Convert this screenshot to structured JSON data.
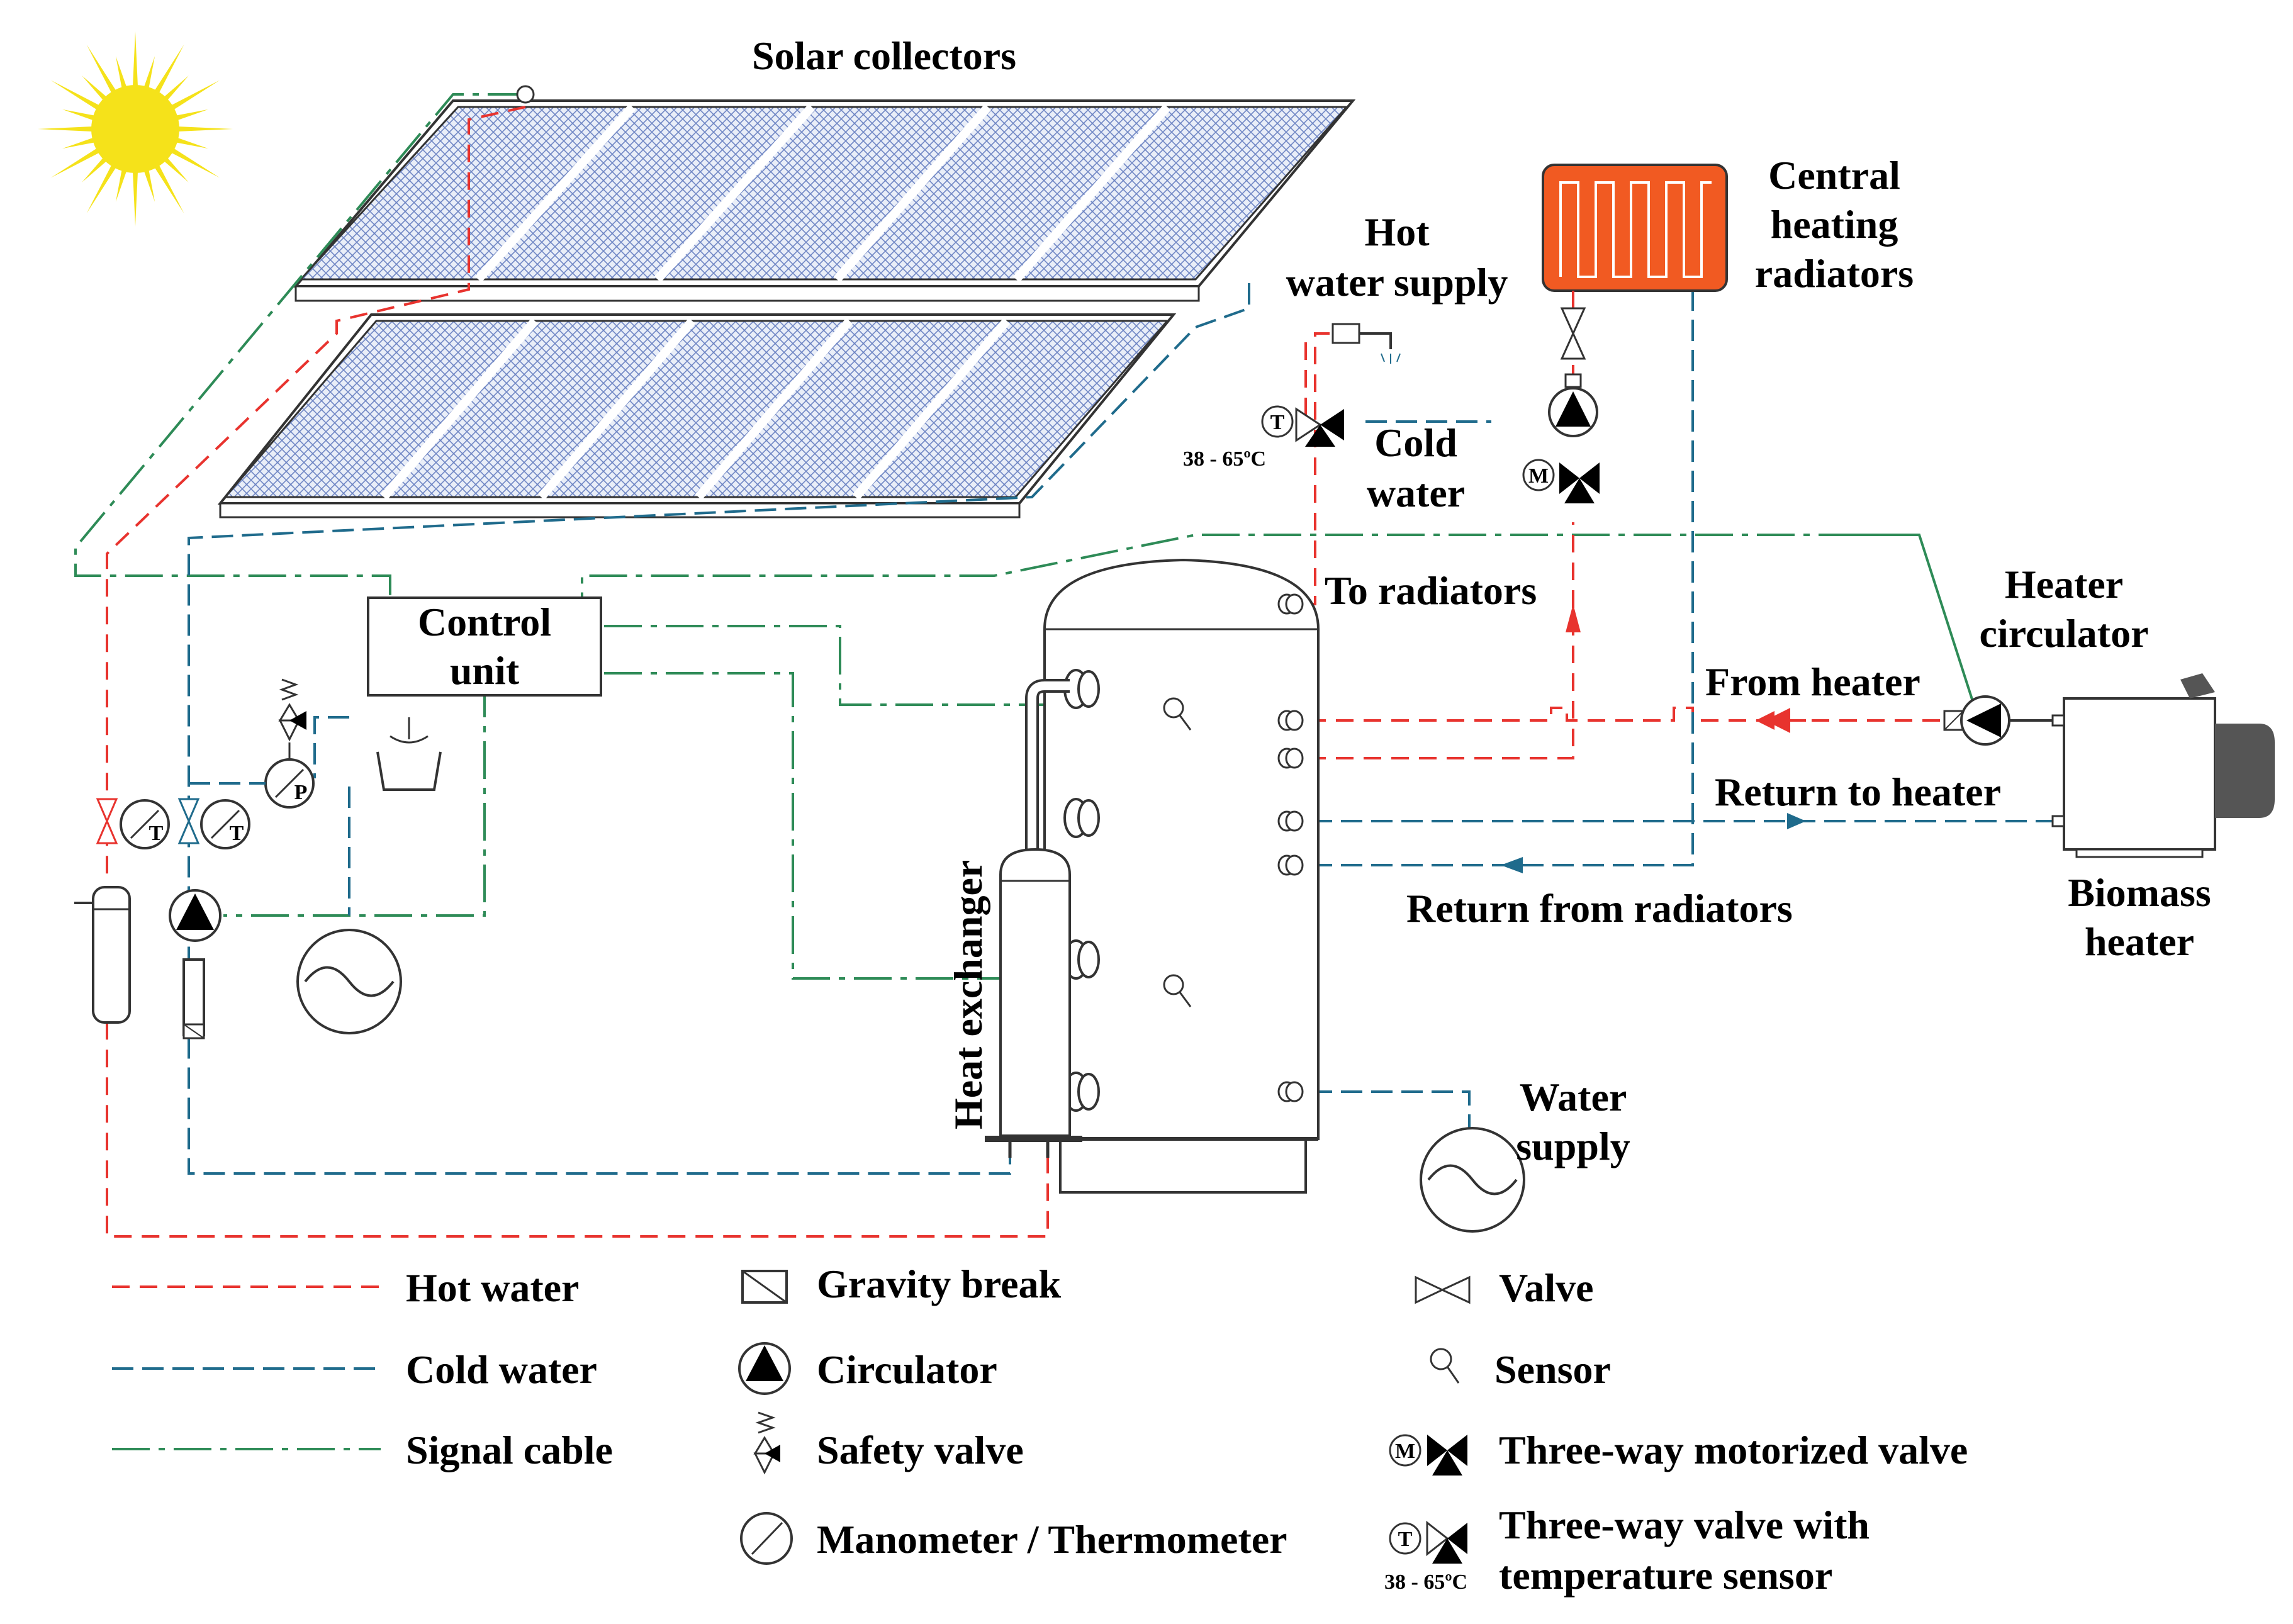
{
  "labels": {
    "solar_collectors": "Solar collectors",
    "hot_water_supply_1": "Hot",
    "hot_water_supply_2": "water supply",
    "central_1": "Central",
    "central_2": "heating",
    "central_3": "radiators",
    "temp_range": "38 - 65ºC",
    "cold_water_1": "Cold",
    "cold_water_2": "water",
    "control_unit_1": "Control",
    "control_unit_2": "unit",
    "to_radiators": "To radiators",
    "heater_circulator_1": "Heater",
    "heater_circulator_2": "circulator",
    "from_heater": "From heater",
    "return_to_heater": "Return to heater",
    "return_from_radiators": "Return from radiators",
    "biomass_1": "Biomass",
    "biomass_2": "heater",
    "heat_exchanger": "Heat exchanger",
    "water_supply_1": "Water",
    "water_supply_2": "supply",
    "sym_T": "T",
    "sym_P": "P",
    "sym_M": "M"
  },
  "legend": {
    "hot_water": "Hot water",
    "cold_water": "Cold water",
    "signal_cable": "Signal cable",
    "gravity_break": "Gravity break",
    "circulator": "Circulator",
    "safety_valve": "Safety valve",
    "manometer": "Manometer / Thermometer",
    "valve": "Valve",
    "sensor": "Sensor",
    "three_way_motorized": "Three-way motorized valve",
    "three_way_temp_1": "Three-way valve with",
    "three_way_temp_2": "temperature sensor",
    "legend_temp": "38 - 65ºC"
  },
  "colors": {
    "hot_water": "#e8332e",
    "cold_water": "#1f6b8c",
    "signal_cable": "#2e8b57",
    "sun": "#f5e21a",
    "radiator": "#f15a22",
    "panel": "#6f86c4"
  }
}
